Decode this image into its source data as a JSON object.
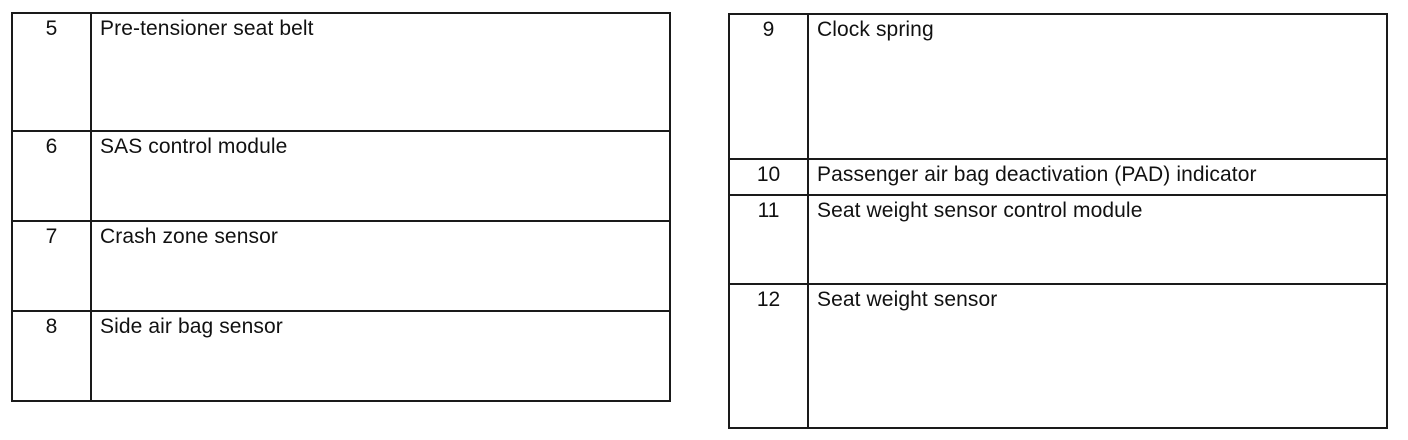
{
  "left_table": {
    "rows": [
      {
        "num": "5",
        "label": "Pre-tensioner seat belt"
      },
      {
        "num": "6",
        "label": "SAS control module"
      },
      {
        "num": "7",
        "label": "Crash zone sensor"
      },
      {
        "num": "8",
        "label": "Side air bag sensor"
      }
    ]
  },
  "right_table": {
    "rows": [
      {
        "num": "9",
        "label": "Clock spring"
      },
      {
        "num": "10",
        "label": "Passenger air bag deactivation (PAD) indicator"
      },
      {
        "num": "11",
        "label": "Seat weight sensor control module"
      },
      {
        "num": "12",
        "label": "Seat weight sensor"
      }
    ]
  }
}
